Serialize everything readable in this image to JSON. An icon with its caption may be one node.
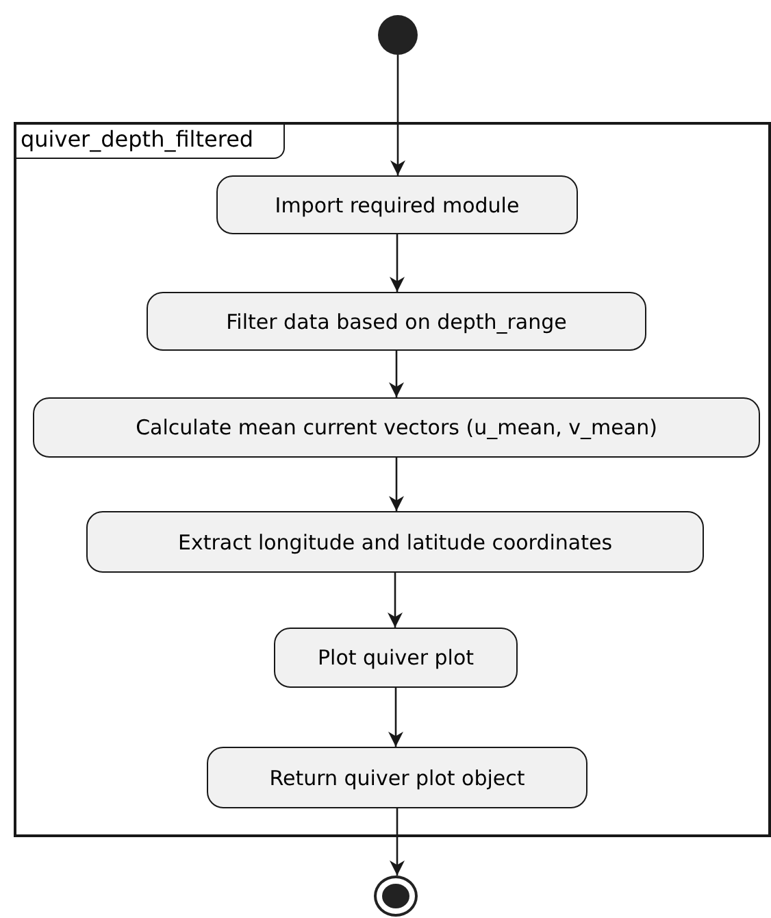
{
  "diagram": {
    "nodes": [
      {
        "text": [],
        "shape": "circle"
      },
      {
        "text": [
          "quiver_depth_filtered"
        ]
      },
      {
        "text": [
          "Import required module"
        ],
        "in": 1
      },
      {
        "text": [
          "Filter data based on depth_range"
        ],
        "in": 1
      },
      {
        "text": [
          "Calculate mean current vectors (u_mean, v_mean)"
        ],
        "in": 1
      },
      {
        "text": [
          "Extract longitude and latitude coordinates"
        ],
        "in": 1
      },
      {
        "text": [
          "Plot quiver plot"
        ],
        "in": 1
      },
      {
        "text": [
          "Return quiver plot object"
        ],
        "in": 1
      },
      {
        "text": [],
        "shape": "bullseye"
      }
    ],
    "edges": [
      {
        "from": 0,
        "to": 2,
        "arrow": "to"
      },
      {
        "from": 2,
        "to": 3,
        "arrow": "to"
      },
      {
        "from": 3,
        "to": 4,
        "arrow": "to"
      },
      {
        "from": 4,
        "to": 5,
        "arrow": "to"
      },
      {
        "from": 5,
        "to": 6,
        "arrow": "to"
      },
      {
        "from": 6,
        "to": 7,
        "arrow": "to"
      },
      {
        "from": 7,
        "to": 8,
        "arrow": "to"
      }
    ]
  }
}
